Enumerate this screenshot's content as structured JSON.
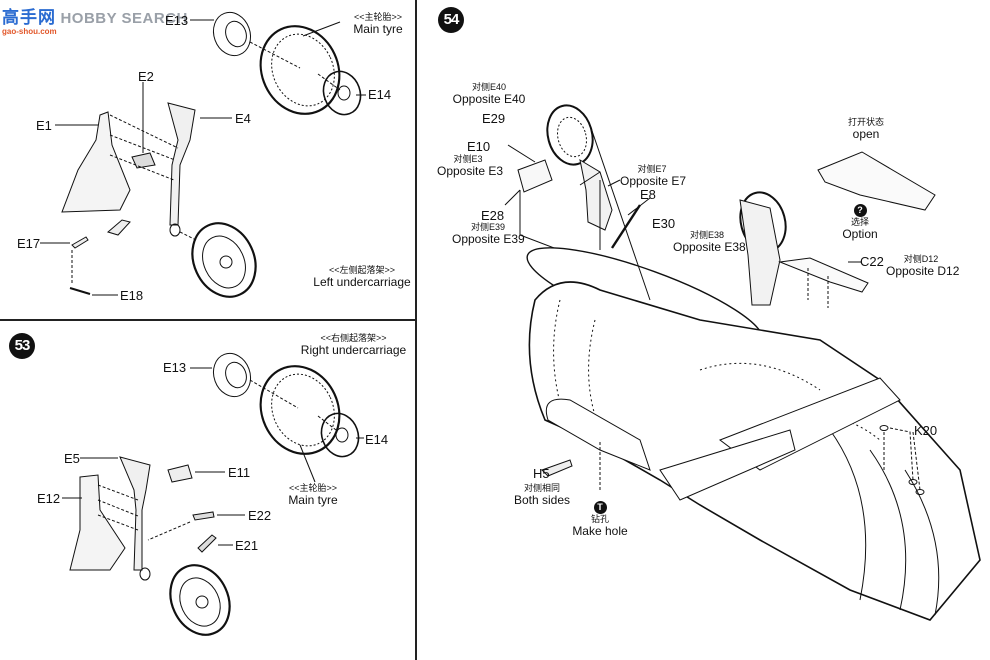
{
  "watermark": {
    "logo": "高手网",
    "brand": "HOBBY SEARCH",
    "site": "gao-shou.com"
  },
  "colors": {
    "ink": "#111111",
    "paper": "#ffffff",
    "watermark_blue": "#2a6bd1",
    "watermark_gray": "#9aa0a8",
    "watermark_orange": "#e2572a"
  },
  "step52": {
    "parts": {
      "e13": "E13",
      "e14": "E14",
      "e2": "E2",
      "e1": "E1",
      "e4": "E4",
      "e17": "E17",
      "e18": "E18"
    },
    "main_tyre_cn": "<<主轮胎>>",
    "main_tyre_en": "Main tyre",
    "assembly_cn": "<<左侧起落架>>",
    "assembly_en": "Left undercarriage"
  },
  "step53": {
    "number": "53",
    "assembly_cn": "<<右侧起落架>>",
    "assembly_en": "Right undercarriage",
    "main_tyre_cn": "<<主轮胎>>",
    "main_tyre_en": "Main tyre",
    "parts": {
      "e13": "E13",
      "e14": "E14",
      "e5": "E5",
      "e11": "E11",
      "e12": "E12",
      "e22": "E22",
      "e21": "E21"
    }
  },
  "step54": {
    "number": "54",
    "callouts": {
      "e40_cn": "对侧E40",
      "e40_en": "Opposite E40",
      "e29": "E29",
      "e10": "E10",
      "e3_cn": "对侧E3",
      "e3_en": "Opposite E3",
      "e28": "E28",
      "e39_cn": "对侧E39",
      "e39_en": "Opposite E39",
      "e7_cn": "对侧E7",
      "e7_en": "Opposite E7",
      "e8": "E8",
      "e30": "E30",
      "e38_cn": "对侧E38",
      "e38_en": "Opposite E38",
      "open_cn": "打开状态",
      "open_en": "open",
      "option_icon": "?",
      "option_cn": "选择",
      "option_en": "Option",
      "c22": "C22",
      "d12_cn": "对侧D12",
      "d12_en": "Opposite D12",
      "k20": "K20",
      "h5": "H5",
      "both_cn": "对侧相同",
      "both_en": "Both sides",
      "hole_icon": "T",
      "hole_cn": "钻孔",
      "hole_en": "Make hole"
    }
  }
}
